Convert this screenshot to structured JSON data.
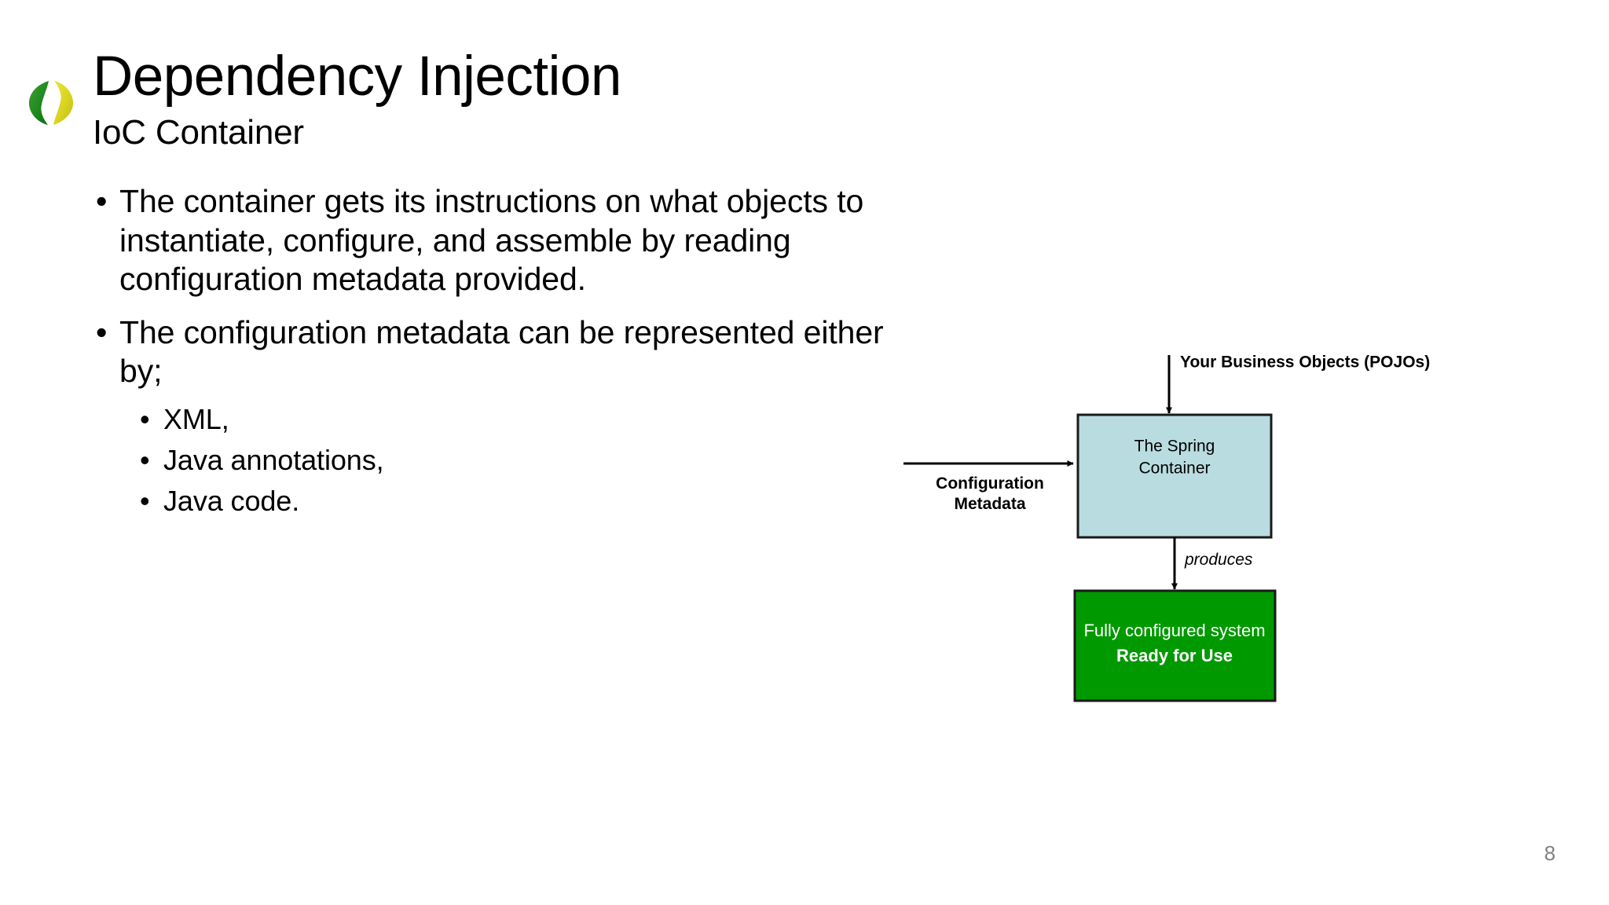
{
  "slide": {
    "title": "Dependency Injection",
    "subtitle": "IoC Container",
    "page_number": "8",
    "logo_name": "spring-leaf-logo"
  },
  "body": {
    "bullets": [
      {
        "marker": "•",
        "text": "The container gets its instructions on what objects to instantiate, configure, and assemble by reading configuration metadata provided."
      },
      {
        "marker": "•",
        "text": "The configuration metadata can be represented either by;"
      }
    ],
    "sub_bullets": [
      {
        "marker": "•",
        "text": "XML,"
      },
      {
        "marker": "•",
        "text": "Java annotations,"
      },
      {
        "marker": "•",
        "text": "Java code."
      }
    ]
  },
  "diagram": {
    "type": "flow",
    "labels": {
      "pojos": "Your Business Objects (POJOs)",
      "config_line1": "Configuration",
      "config_line2": "Metadata",
      "container_line1": "The Spring",
      "container_line2": "Container",
      "produces": "produces",
      "output_line1": "Fully configured system",
      "output_line2": "Ready for Use"
    },
    "colors": {
      "container_fill": "#b9dce0",
      "container_stroke": "#1a1a1a",
      "output_fill": "#009900",
      "output_stroke": "#1a1a1a",
      "output_text": "#ffffff",
      "arrow": "#000000"
    }
  }
}
